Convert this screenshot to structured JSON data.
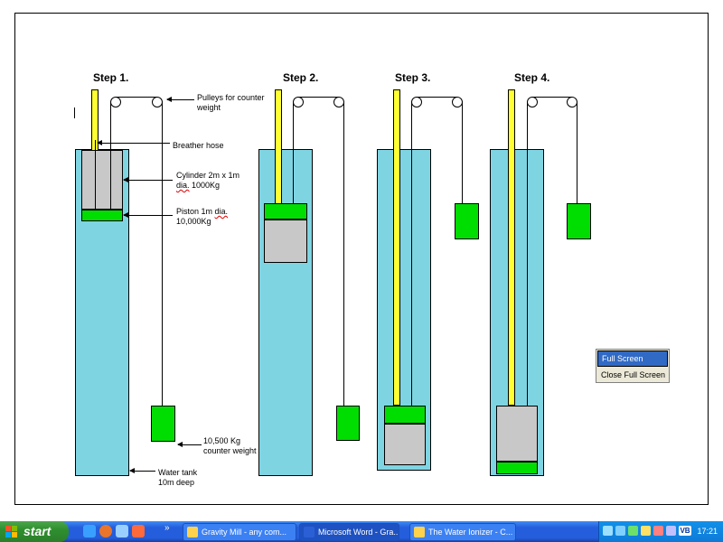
{
  "diagram": {
    "steps": [
      "Step 1.",
      "Step 2.",
      "Step 3.",
      "Step 4."
    ],
    "labels": {
      "pulleys_line1": "Pulleys for counter",
      "pulleys_line2": "weight",
      "breather": "Breather hose",
      "cylinder_line1": "Cylinder 2m x 1m",
      "cylinder_dia": "dia.",
      "cylinder_line2_rest": " 1000Kg",
      "piston_pre": "Piston 1m ",
      "piston_dia": "dia.",
      "piston_line2": "10,000Kg",
      "weight_line1": "10,500 Kg",
      "weight_line2": "counter weight",
      "tank_line1": "Water tank",
      "tank_line2": "10m deep"
    }
  },
  "context_menu": {
    "items": [
      "Full Screen",
      "Close Full Screen"
    ]
  },
  "taskbar": {
    "start_label": "start",
    "overflow": "»",
    "buttons": [
      "Gravity Mill - any com...",
      "Microsoft Word - Gra...",
      "The Water Ionizer - C..."
    ],
    "tray_text": "VB",
    "clock": "17:21"
  },
  "colors": {
    "water": "#7fd4e2",
    "rod": "#ffff33",
    "piston": "#00dd00",
    "cylinder": "#c8c8c8",
    "taskbar": "#245edc",
    "start": "#2f8f2f"
  }
}
